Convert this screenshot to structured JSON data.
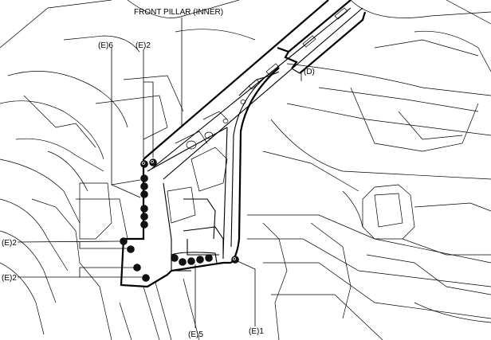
{
  "labels": {
    "front_pillar": "FRONT PILLAR (INNER)",
    "e6": "(E)6",
    "e2_top": "(E)2",
    "d": "(D)",
    "e2_left_upper": "(E)2",
    "e2_left_lower": "(E)2",
    "e5": "(E)5",
    "e1": "(E)1"
  }
}
